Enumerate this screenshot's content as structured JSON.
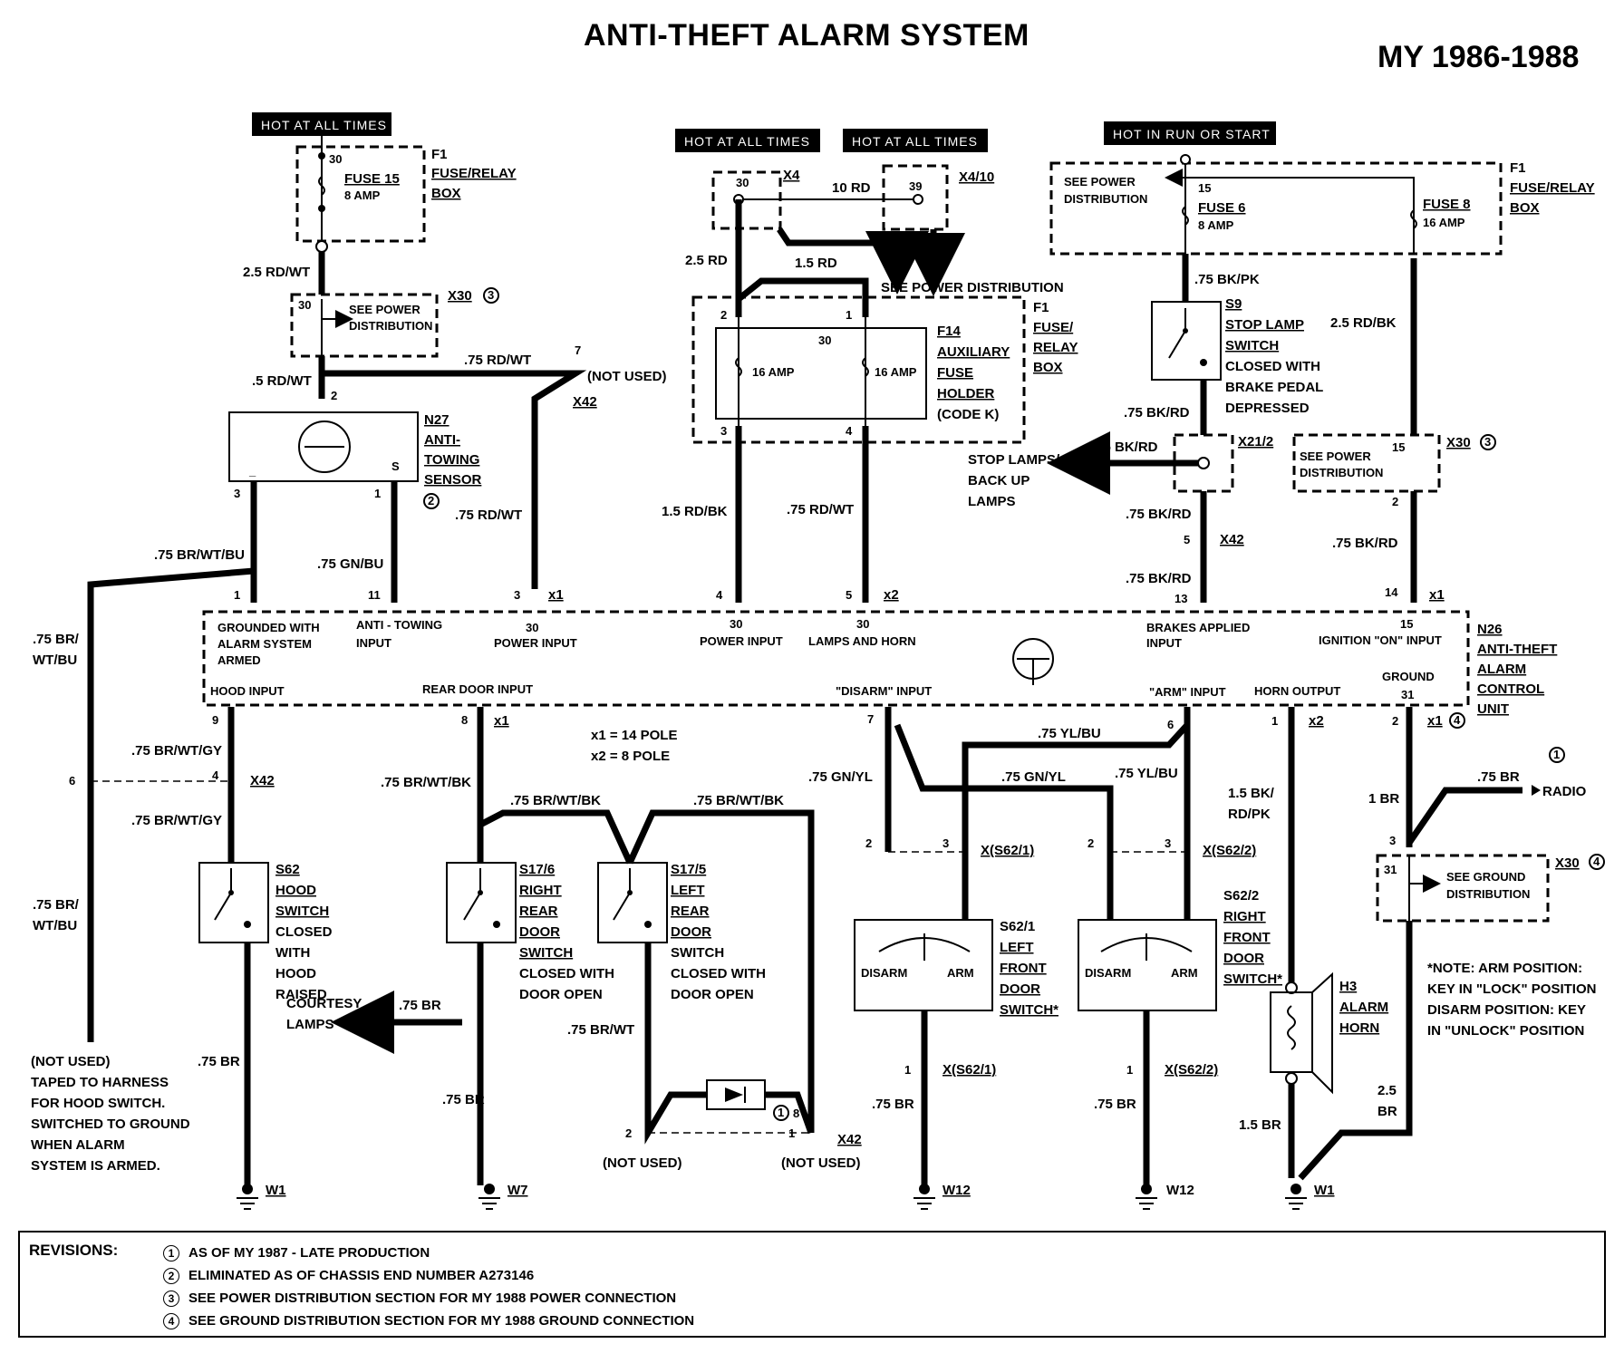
{
  "title": "ANTI-THEFT ALARM SYSTEM",
  "model_years": "MY 1986-1988",
  "power_badges": [
    "HOT AT ALL TIMES",
    "HOT AT ALL TIMES",
    "HOT AT ALL TIMES",
    "HOT IN RUN OR START"
  ],
  "labels": {
    "f1_left": "F1",
    "fuse_relay_box_left": "FUSE/RELAY",
    "box_left": "BOX",
    "fuse15": "FUSE 15",
    "fuse15_amp": "8 AMP",
    "pin30": "30",
    "wire_25rdwt": "2.5 RD/WT",
    "x30_left": "X30",
    "see_power": "SEE POWER",
    "distribution": "DISTRIBUTION",
    "wire_5rdwt": ".5 RD/WT",
    "wire_75rdwt": ".75 RD/WT",
    "not_used": "(NOT USED)",
    "x42": "X42",
    "n27": "N27",
    "anti": "ANTI-",
    "towing": "TOWING",
    "sensor": "SENSOR",
    "wire_75brwtbu": ".75 BR/WT/BU",
    "wire_75gnbu": ".75 GN/BU",
    "x4": "X4",
    "x410": "X4/10",
    "wire_10rd": "10 RD",
    "wire_25rd": "2.5 RD",
    "wire_15rd": "1.5 RD",
    "see_power_distribution": "SEE POWER DISTRIBUTION",
    "f1_mid": "F1",
    "fuse_slash": "FUSE/",
    "relay": "RELAY",
    "box": "BOX",
    "f14": "F14",
    "auxiliary": "AUXILIARY",
    "fuse": "FUSE",
    "holder": "HOLDER",
    "code_k": "(CODE K)",
    "amp16": "16 AMP",
    "wire_15rdbk": "1.5 RD/BK",
    "f1_right": "F1",
    "fuse_relay_right": "FUSE/RELAY",
    "box_right": "BOX",
    "fuse6": "FUSE 6",
    "fuse6_amp": "8 AMP",
    "fuse8": "FUSE 8",
    "fuse8_amp": "16 AMP",
    "pin15": "15",
    "wire_75bkpk": ".75 BK/PK",
    "s9": "S9",
    "stop_lamp": "STOP LAMP",
    "switch": "SWITCH",
    "closed_with": "CLOSED WITH",
    "brake_pedal": "BRAKE PEDAL",
    "depressed": "DEPRESSED",
    "wire_25rdbk": "2.5 RD/BK",
    "wire_75bkrd": ".75 BK/RD",
    "x212": "X21/2",
    "stop_lamps": "STOP LAMPS/",
    "back_up": "BACK UP",
    "lamps": "LAMPS",
    "x30_right": "X30",
    "x1": "x1",
    "x2": "x2",
    "n26": "N26",
    "anti_theft": "ANTI-THEFT",
    "alarm": "ALARM",
    "control": "CONTROL",
    "unit": "UNIT",
    "grounded_with": "GROUNDED WITH",
    "alarm_system": "ALARM SYSTEM",
    "armed": "ARMED",
    "anti_towing": "ANTI - TOWING",
    "input": "INPUT",
    "power_input": "POWER INPUT",
    "lamps_and_horn": "LAMPS AND HORN",
    "brakes_applied": "BRAKES APPLIED",
    "ignition_on": "IGNITION \"ON\" INPUT",
    "hood_input": "HOOD INPUT",
    "rear_door_input": "REAR DOOR INPUT",
    "disarm_input": "\"DISARM\" INPUT",
    "arm_input": "\"ARM\" INPUT",
    "horn_output": "HORN OUTPUT",
    "ground": "GROUND",
    "pin31": "31",
    "wire_75br_wt_bu_side": ".75 BR/",
    "wt_bu": "WT/BU",
    "wire_75brwtgy": ".75 BR/WT/GY",
    "wire_75brwtbk": ".75 BR/WT/BK",
    "x1_14": "x1 = 14 POLE",
    "x2_8": "x2 = 8 POLE",
    "wire_75gnyl": ".75 GN/YL",
    "wire_75ylbu": ".75 YL/BU",
    "xs621": "X(S62/1)",
    "xs622": "X(S62/2)",
    "wire_15bkrdpk_1": "1.5 BK/",
    "wire_15bkrdpk_2": "RD/PK",
    "wire_1br": "1 BR",
    "wire_75br": ".75 BR",
    "radio": "RADIO",
    "x30_ground": "X30",
    "see_ground": "SEE GROUND",
    "s62": "S62",
    "hood": "HOOD",
    "closed": "CLOSED",
    "with": "WITH",
    "raised": "RAISED",
    "s176": "S17/6",
    "right": "RIGHT",
    "rear": "REAR",
    "door": "DOOR",
    "door_open": "DOOR OPEN",
    "s175": "S17/5",
    "left": "LEFT",
    "s621": "S62/1",
    "front": "FRONT",
    "switch_star": "SWITCH*",
    "disarm": "DISARM",
    "arm": "ARM",
    "s622": "S62/2",
    "h3": "H3",
    "horn": "HORN",
    "note1": "*NOTE: ARM POSITION:",
    "note2": "KEY IN \"LOCK\" POSITION",
    "note3": "DISARM POSITION: KEY",
    "note4": "IN \"UNLOCK\" POSITION",
    "courtesy": "COURTESY",
    "courtesy_lamps": "LAMPS",
    "wire_75brwt": ".75 BR/WT",
    "tape1": "(NOT USED)",
    "tape2": "TAPED TO HARNESS",
    "tape3": "FOR HOOD SWITCH.",
    "tape4": "SWITCHED TO GROUND",
    "tape5": "WHEN ALARM",
    "tape6": "SYSTEM IS ARMED.",
    "w1": "W1",
    "w7": "W7",
    "w12": "W12",
    "wire_25br_a": "2.5",
    "wire_25br_b": "BR",
    "wire_15br": "1.5 BR"
  },
  "revisions": {
    "title": "REVISIONS:",
    "items": [
      {
        "num": "1",
        "text": "AS OF MY 1987 - LATE PRODUCTION"
      },
      {
        "num": "2",
        "text": "ELIMINATED AS OF CHASSIS END NUMBER A273146"
      },
      {
        "num": "3",
        "text": "SEE POWER DISTRIBUTION SECTION FOR MY 1988 POWER CONNECTION"
      },
      {
        "num": "4",
        "text": "SEE GROUND DISTRIBUTION SECTION FOR MY 1988 GROUND CONNECTION"
      }
    ]
  }
}
